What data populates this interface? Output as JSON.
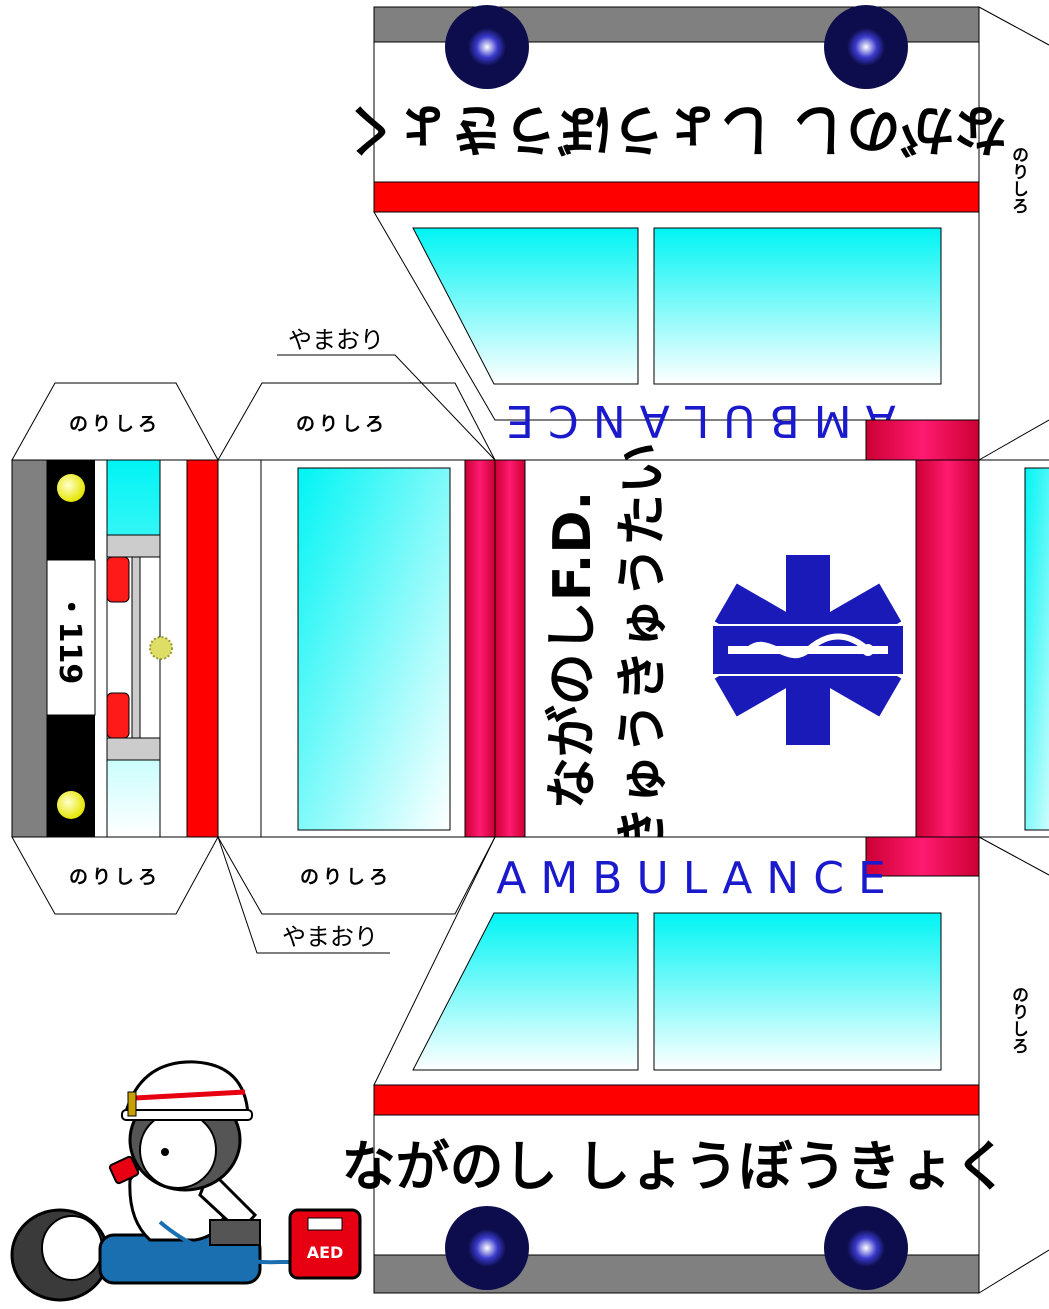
{
  "tab_label": "のりしろ",
  "fold_label": "やまおり",
  "side_tab_label": "のりしろ",
  "side_text_top": "ながのし しょうぼうきょく",
  "side_text_bottom": "ながのし しょうぼうきょく",
  "ambulance_text": "AMBULANCE",
  "ambulance_text_mirrored": "AMBULANCE",
  "roof_line1": "ながのしF.D.",
  "roof_line2": "きゅうきゅうたい",
  "front_plate": "・119",
  "aed_label": "AED",
  "colors": {
    "stripe_red": "#ff0000",
    "beacon_pink": "#ff1a70",
    "window_cyan": "#00ffff",
    "star_blue": "#1a1ab8",
    "tire_navy": "#0d0d4d",
    "text_blue": "#1a1acc"
  }
}
